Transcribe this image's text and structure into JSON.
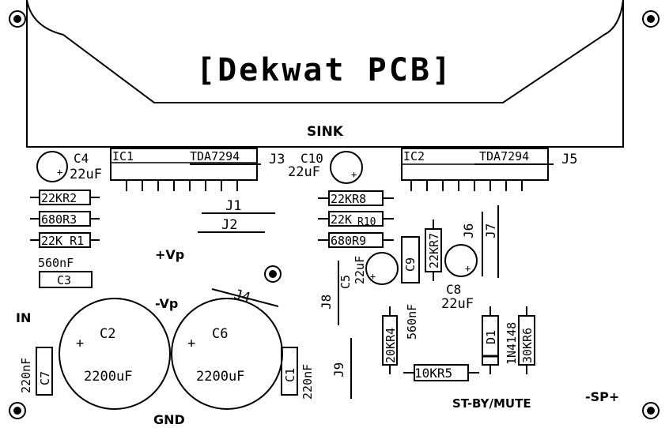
{
  "title": "[Dekwat PCB]",
  "heatsink_label": "SINK",
  "ics": [
    {
      "ref": "IC1",
      "part": "TDA7294"
    },
    {
      "ref": "IC2",
      "part": "TDA7294"
    }
  ],
  "resistors": {
    "r2": "22KR2",
    "r3": "680R3",
    "r1": "22K R1",
    "r8": "22KR8",
    "r10_a": "22K",
    "r10_b": "R10",
    "r9": "680R9",
    "r7": "22KR7",
    "r4": "20KR4",
    "r5": "10KR5",
    "r6": "30KR6"
  },
  "capacitors": {
    "c4_ref": "C4",
    "c4_val": "22uF",
    "c10_ref": "C10",
    "c10_val": "22uF",
    "c3_val": "560nF",
    "c3_ref": "C3",
    "c5_ref": "C5",
    "c5_val": "22uF",
    "c9_ref": "C9",
    "c9_val": "560nF",
    "c8_ref": "C8",
    "c8_val": "22uF",
    "c2_ref": "C2",
    "c2_val": "2200uF",
    "c6_ref": "C6",
    "c6_val": "2200uF",
    "c7_ref": "C7",
    "c7_val": "220nF",
    "c1_ref": "C1",
    "c1_val": "220nF"
  },
  "diode": {
    "ref": "D1",
    "part": "1N4148"
  },
  "jumpers": [
    "J1",
    "J2",
    "J3",
    "J4",
    "J5",
    "J6",
    "J7",
    "J8",
    "J9"
  ],
  "terminals": {
    "vp_pos": "+Vp",
    "vp_neg": "-Vp",
    "input": "IN",
    "ground": "GND",
    "standby": "ST-BY/MUTE",
    "speaker": "-SP+"
  },
  "polarity_mark": "+"
}
